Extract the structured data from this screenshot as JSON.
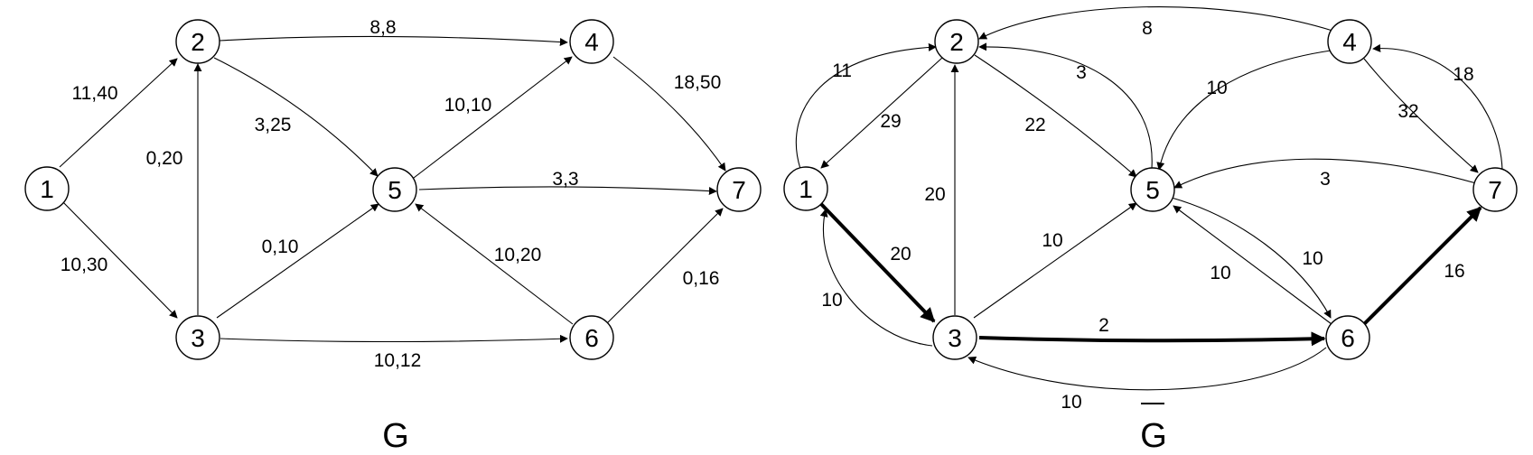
{
  "graph_g": {
    "caption": "G",
    "nodes": [
      "1",
      "2",
      "3",
      "4",
      "5",
      "6",
      "7"
    ],
    "edges": [
      {
        "from": "1",
        "to": "2",
        "label": "11,40"
      },
      {
        "from": "1",
        "to": "3",
        "label": "10,30"
      },
      {
        "from": "2",
        "to": "4",
        "label": "8,8"
      },
      {
        "from": "2",
        "to": "5",
        "label": "3,25"
      },
      {
        "from": "3",
        "to": "2",
        "label": "0,20"
      },
      {
        "from": "3",
        "to": "5",
        "label": "0,10"
      },
      {
        "from": "3",
        "to": "6",
        "label": "10,12"
      },
      {
        "from": "5",
        "to": "4",
        "label": "10,10"
      },
      {
        "from": "5",
        "to": "7",
        "label": "3,3"
      },
      {
        "from": "6",
        "to": "5",
        "label": "10,20"
      },
      {
        "from": "6",
        "to": "7",
        "label": "0,16"
      },
      {
        "from": "4",
        "to": "7",
        "label": "18,50"
      }
    ]
  },
  "graph_gbar": {
    "caption": "G",
    "nodes": [
      "1",
      "2",
      "3",
      "4",
      "5",
      "6",
      "7"
    ],
    "edges": [
      {
        "from": "1",
        "to": "2",
        "label": "11"
      },
      {
        "from": "2",
        "to": "1",
        "label": "29"
      },
      {
        "from": "1",
        "to": "3",
        "label": "20",
        "highlighted": true
      },
      {
        "from": "3",
        "to": "1",
        "label": "10"
      },
      {
        "from": "3",
        "to": "2",
        "label": "20"
      },
      {
        "from": "4",
        "to": "2",
        "label": "8"
      },
      {
        "from": "2",
        "to": "5",
        "label": "22"
      },
      {
        "from": "5",
        "to": "2",
        "label": "3"
      },
      {
        "from": "4",
        "to": "5",
        "label": "10"
      },
      {
        "from": "4",
        "to": "7",
        "label": "32"
      },
      {
        "from": "7",
        "to": "4",
        "label": "18"
      },
      {
        "from": "7",
        "to": "5",
        "label": "3"
      },
      {
        "from": "3",
        "to": "5",
        "label": "10"
      },
      {
        "from": "3",
        "to": "6",
        "label": "2",
        "highlighted": true
      },
      {
        "from": "6",
        "to": "3",
        "label": "10"
      },
      {
        "from": "5",
        "to": "6",
        "label": "10"
      },
      {
        "from": "6",
        "to": "5",
        "label": "10"
      },
      {
        "from": "6",
        "to": "7",
        "label": "16",
        "highlighted": true
      }
    ]
  }
}
